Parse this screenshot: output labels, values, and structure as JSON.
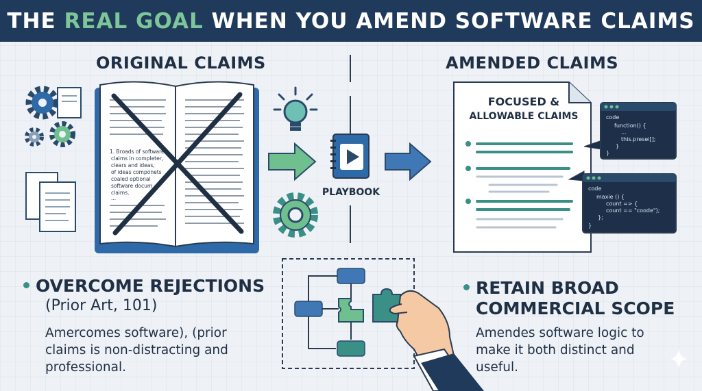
{
  "title": {
    "part1": "THE ",
    "highlight": "REAL GOAL",
    "part2": " WHEN YOU AMEND SOFTWARE CLAIMS"
  },
  "colors": {
    "banner": "#1f3a5b",
    "highlight": "#7dc69a",
    "teal": "#3a8f86",
    "navy": "#2a4a6b",
    "green": "#6fbf8f",
    "blue": "#3f78b4",
    "panel_dark": "#1e3049"
  },
  "left": {
    "heading": "ORIGINAL CLAIMS",
    "book_lines": [
      "1. Broads of software",
      "claims in completer,",
      "clears and ideas,",
      "of ideas componets",
      "coaled optional",
      "software docum",
      "claims.",
      "..."
    ],
    "bullet_title": "OVERCOME REJECTIONS",
    "bullet_sub": "(Prior Art, 101)",
    "body": [
      "Amercomes software), (prior",
      "claims is non-distracting and",
      "professional."
    ]
  },
  "center": {
    "playbook_label": "PLAYBOOK",
    "icons": [
      "lightbulb-icon",
      "gear-icon",
      "playbook-icon",
      "puzzle-icon",
      "hand-icon"
    ]
  },
  "right": {
    "heading": "AMENDED CLAIMS",
    "doc_title_line1": "FOCUSED &",
    "doc_title_line2": "ALLOWABLE CLAIMS",
    "code1": [
      "code",
      "function() {",
      "...",
      "this.presei[];",
      "}",
      "}"
    ],
    "code2": [
      "code",
      "maxie () {",
      "count => {",
      "count == \"coode\");",
      "};",
      "}"
    ],
    "bullet_title_line1": "RETAIN BROAD",
    "bullet_title_line2": "COMMERCIAL SCOPE",
    "body": [
      "Amendes software logic to",
      "make it both distinct and",
      "useful."
    ]
  }
}
